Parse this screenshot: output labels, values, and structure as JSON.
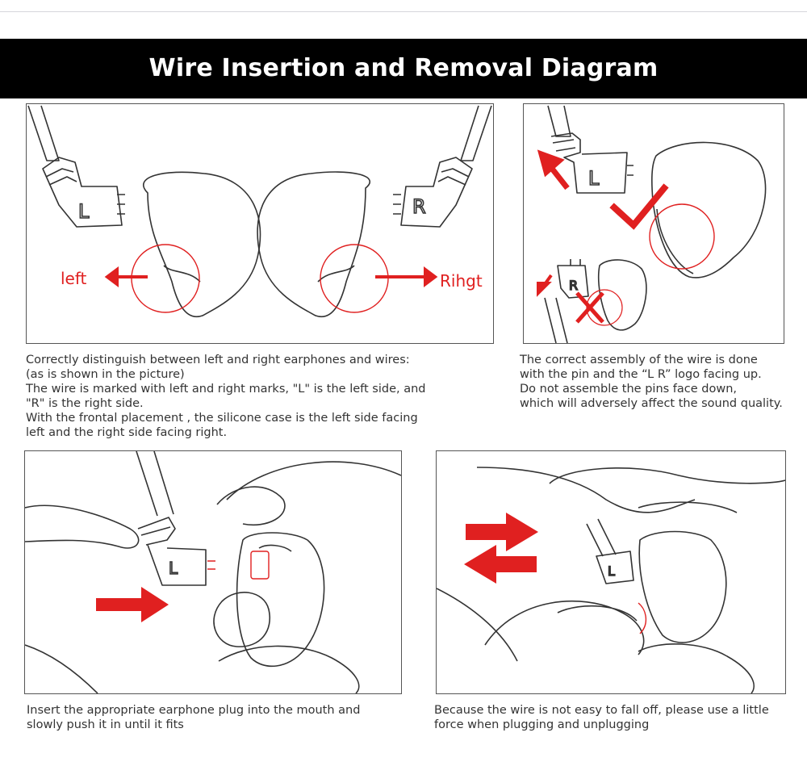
{
  "title": "Wire Insertion and Removal Diagram",
  "panel1": {
    "left_label": "left",
    "right_label": "Rihgt",
    "left_plug_letter": "L",
    "right_plug_letter": "R",
    "caption": [
      "Correctly distinguish between left and right earphones and wires:",
      "(as is shown in the picture)",
      "The wire is marked with left and right marks, \"L\" is the left side, and",
      "\"R\" is the right side.",
      "With the  frontal placement , the silicone case is the left side facing",
      "left and the right side facing right."
    ]
  },
  "panel2": {
    "plug_letter_correct": "L",
    "plug_letter_wrong": "R",
    "caption": [
      "The correct assembly of the wire is done",
      "with the pin and the “L R” logo facing up.",
      "Do not assemble the pins face down,",
      "which will adversely affect the sound quality."
    ]
  },
  "panel3": {
    "plug_letter": "L",
    "caption": [
      "Insert the appropriate earphone plug into the mouth and",
      "slowly push it in until it fits"
    ]
  },
  "panel4": {
    "plug_letter": "L",
    "caption": [
      "Because the wire is not easy to fall off, please use a little",
      "force when plugging and unplugging"
    ]
  },
  "colors": {
    "accent_red": "#e02020",
    "title_bg": "#000000",
    "title_text": "#ffffff"
  },
  "icons": {
    "correct": "check-mark-icon",
    "wrong": "x-mark-icon",
    "direction": "arrow-icon"
  }
}
